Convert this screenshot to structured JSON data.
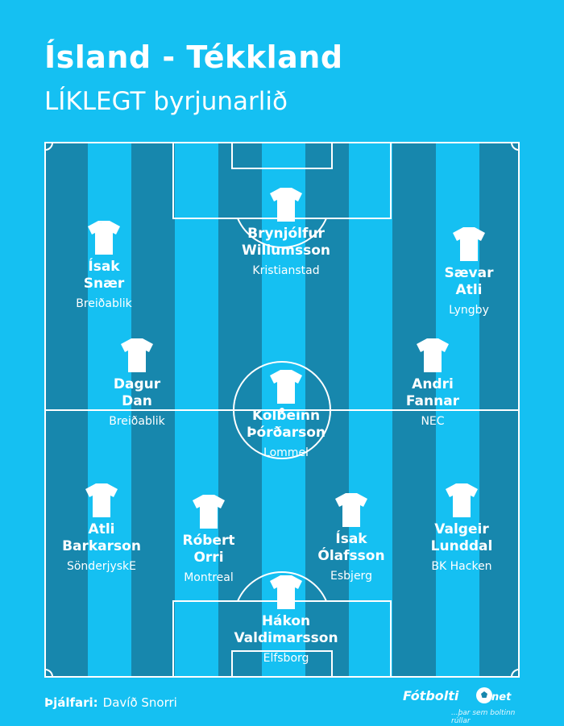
{
  "header": {
    "title": "Ísland - Tékkland",
    "subtitle": "LÍKLEGT byrjunarlið"
  },
  "players": [
    {
      "first": "Brynjólfur",
      "last": "Willumsson",
      "club": "Kristianstad"
    },
    {
      "first": "Ísak",
      "last": "Snær",
      "club": "Breiðablik"
    },
    {
      "first": "Sævar",
      "last": "Atli",
      "club": "Lyngby"
    },
    {
      "first": "Dagur",
      "last": "Dan",
      "club": "Breiðablik"
    },
    {
      "first": "Kolbeinn",
      "last": "Þórðarson",
      "club": "Lommel"
    },
    {
      "first": "Andri",
      "last": "Fannar",
      "club": "NEC"
    },
    {
      "first": "Atli",
      "last": "Barkarson",
      "club": "SönderjyskE"
    },
    {
      "first": "Róbert",
      "last": "Orri",
      "club": "Montreal"
    },
    {
      "first": "Ísak",
      "last": "Ólafsson",
      "club": "Esbjerg"
    },
    {
      "first": "Valgeir",
      "last": "Lunddal",
      "club": "BK Hacken"
    },
    {
      "first": "Hákon",
      "last": "Valdimarsson",
      "club": "Elfsborg"
    }
  ],
  "coach": {
    "label": "Þjálfari:",
    "name": "Davíð Snorri"
  },
  "logo": {
    "word": "Fótbolti",
    "suffix": "net",
    "tagline": "...þar sem boltinn rúllar"
  },
  "colors": {
    "background": "#15c0f2",
    "stripe_dark": "#1787ad",
    "text": "#ffffff"
  },
  "icons": {
    "player": "shirt-icon",
    "logo": "football-icon"
  }
}
